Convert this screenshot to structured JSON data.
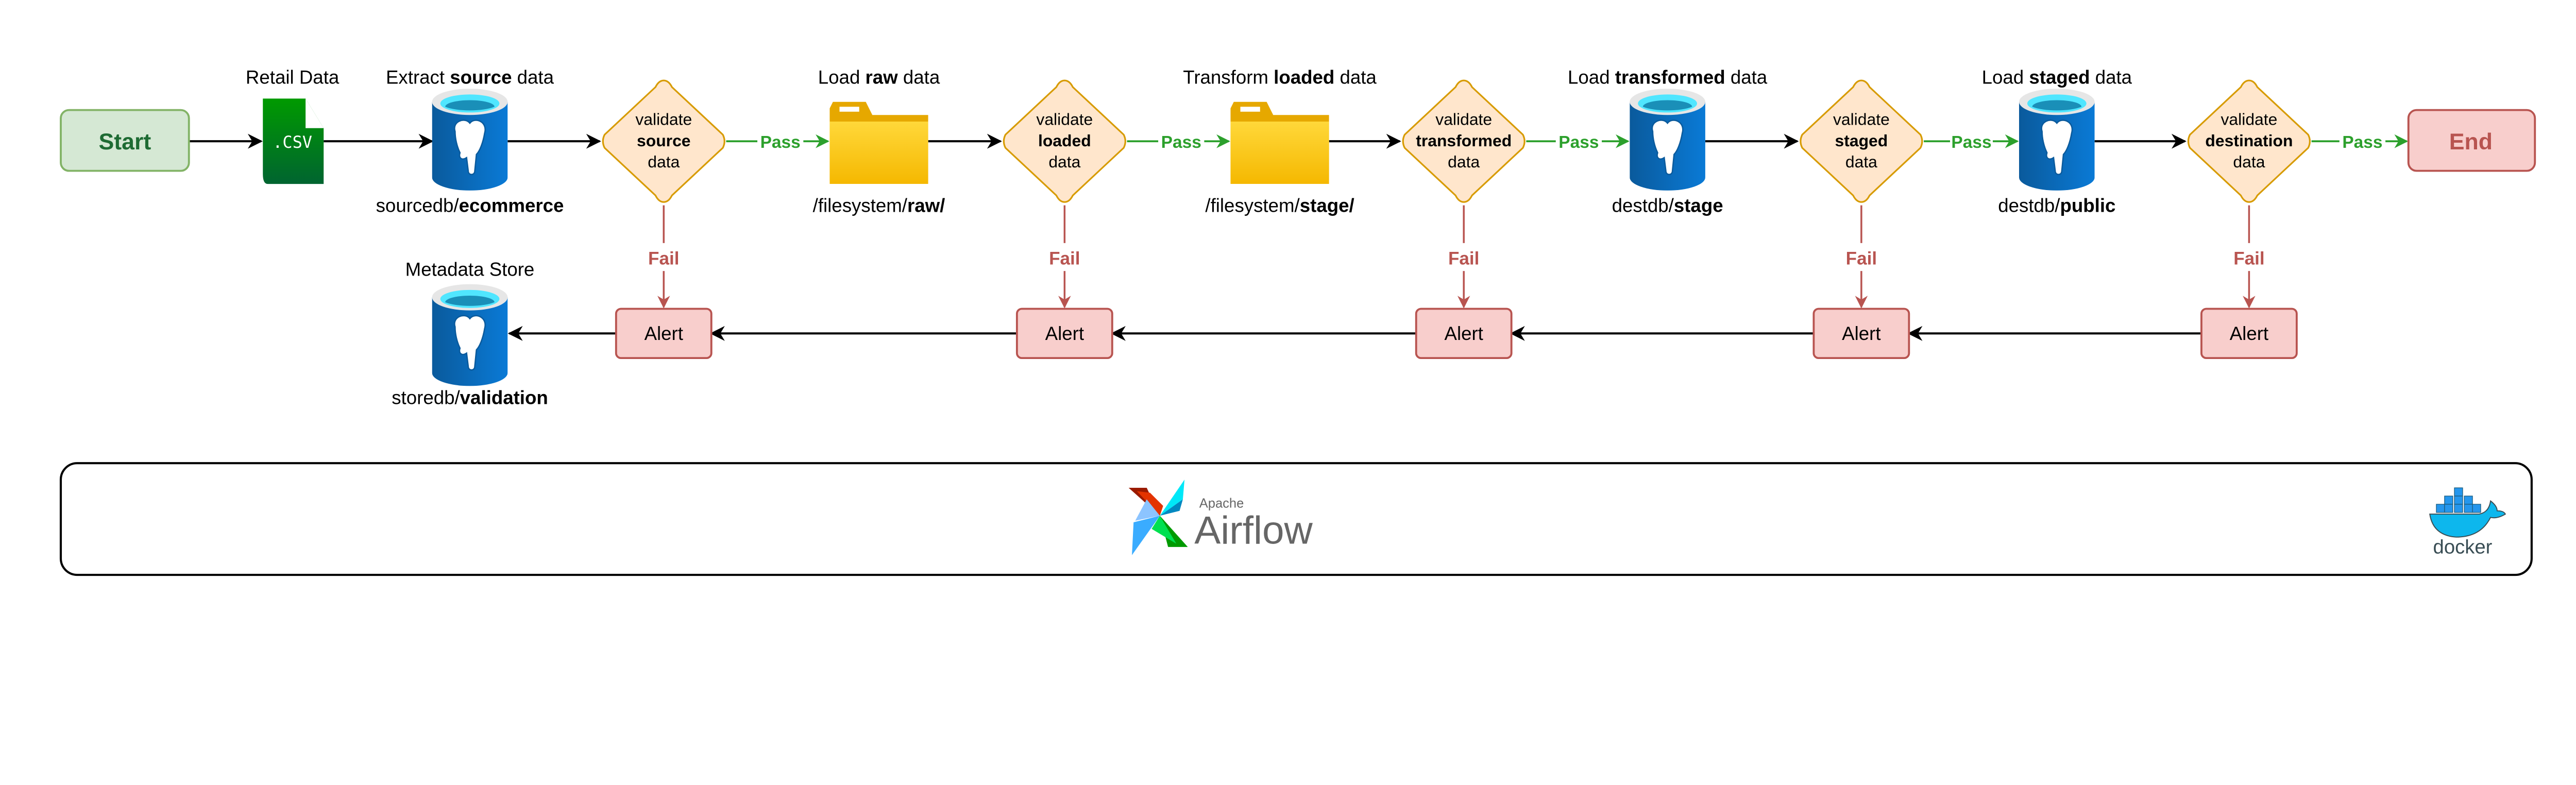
{
  "start": {
    "label": "Start",
    "fill": "#d5e8d4",
    "stroke": "#82b366",
    "text_color": "#1e6b33"
  },
  "end": {
    "label": "End",
    "fill": "#f8cecc",
    "stroke": "#b85450",
    "text_color": "#b85450"
  },
  "csv": {
    "title": "Retail Data",
    "icon_text": ".CSV",
    "icon": "csv-file-icon"
  },
  "extract": {
    "title_pre": "Extract ",
    "title_bold": "source",
    "title_post": " data",
    "sub_pre": "sourcedb/",
    "sub_bold": "ecommerce",
    "icon": "postgresql-database-icon"
  },
  "load_raw": {
    "title_pre": "Load ",
    "title_bold": "raw",
    "title_post": " data",
    "sub_pre": "/filesystem/",
    "sub_bold": "raw/",
    "icon": "folder-icon"
  },
  "transform": {
    "title_pre": "Transform ",
    "title_bold": "loaded",
    "title_post": " data",
    "sub_pre": "/filesystem/",
    "sub_bold": "stage/",
    "icon": "folder-icon"
  },
  "load_transformed": {
    "title_pre": "Load ",
    "title_bold": "transformed",
    "title_post": " data",
    "sub_pre": "destdb/",
    "sub_bold": "stage",
    "icon": "postgresql-database-icon"
  },
  "load_staged": {
    "title_pre": "Load ",
    "title_bold": "staged",
    "title_post": " data",
    "sub_pre": "destdb/",
    "sub_bold": "public",
    "icon": "postgresql-database-icon"
  },
  "metadata": {
    "title": "Metadata Store",
    "sub_pre": "storedb/",
    "sub_bold": "validation",
    "icon": "postgresql-database-icon"
  },
  "validations": [
    {
      "line1": "validate",
      "bold": "source",
      "line3": "data"
    },
    {
      "line1": "validate",
      "bold": "loaded",
      "line3": "data"
    },
    {
      "line1": "validate",
      "bold": "transformed",
      "line3": "data"
    },
    {
      "line1": "validate",
      "bold": "staged",
      "line3": "data"
    },
    {
      "line1": "validate",
      "bold": "destination",
      "line3": "data"
    }
  ],
  "edges": {
    "pass": "Pass",
    "fail": "Fail",
    "pass_color": "#2ca02c",
    "fail_color": "#b85450"
  },
  "alert": {
    "label": "Alert",
    "fill": "#f8cecc",
    "stroke": "#b85450"
  },
  "diamond": {
    "fill": "#ffe6cc",
    "stroke": "#d79b00"
  },
  "platform": {
    "airflow_small": "Apache",
    "airflow": "Airflow",
    "docker": "docker"
  }
}
